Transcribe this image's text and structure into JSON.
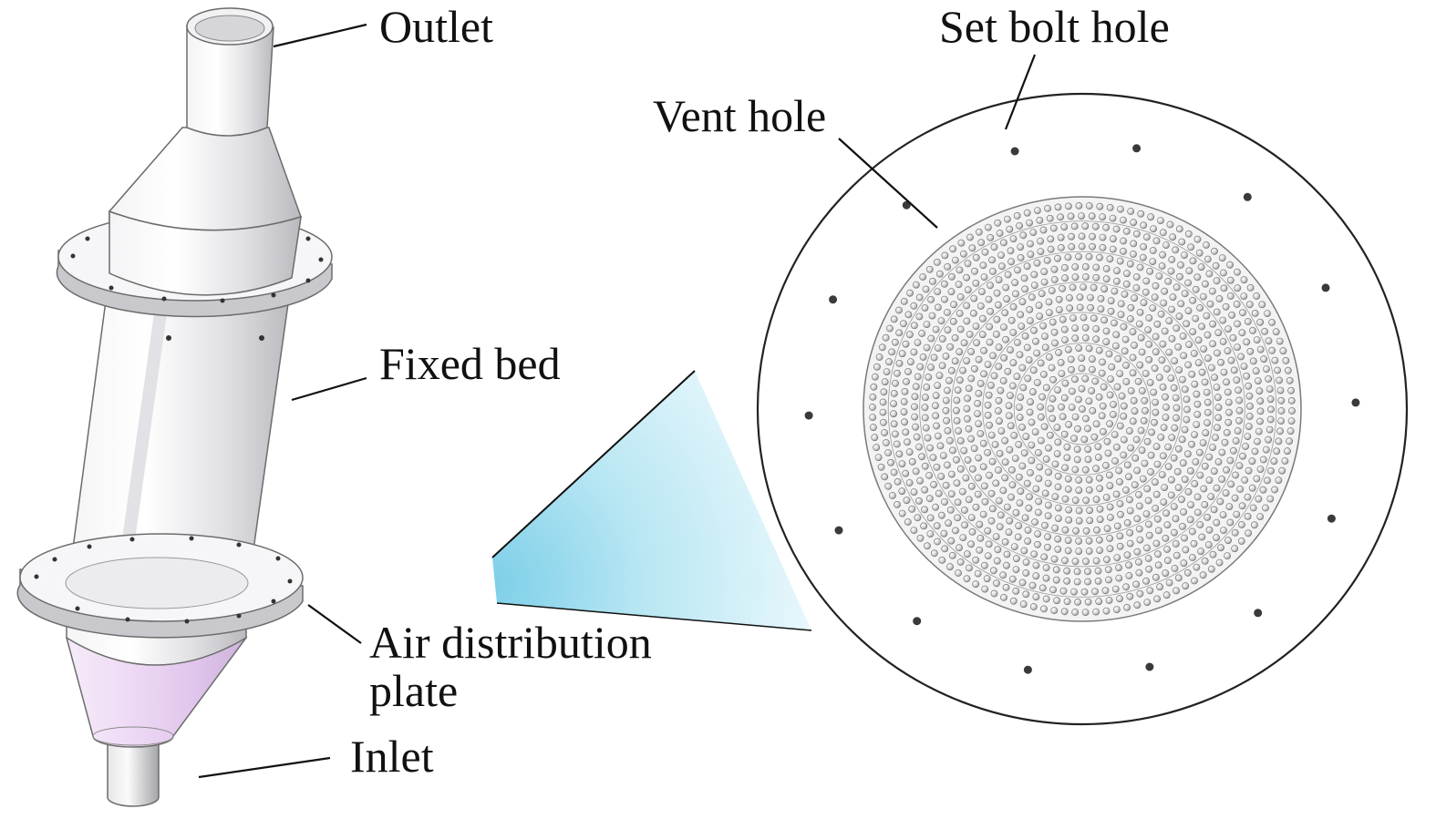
{
  "labels": {
    "outlet": "Outlet",
    "fixed_bed": "Fixed bed",
    "air_distribution_line1": "Air distribution",
    "air_distribution_line2": "plate",
    "inlet": "Inlet",
    "vent_hole": "Vent hole",
    "set_bolt_hole": "Set bolt hole"
  },
  "colors": {
    "ink": "#111111",
    "metal_light": "#fafafa",
    "metal_mid": "#dcdcdc",
    "metal_dark": "#a9a9a9",
    "inlet_tint": "#e3c9ef",
    "beam_cyan": "#8fd8ec",
    "beam_light": "#e3f6fb"
  }
}
